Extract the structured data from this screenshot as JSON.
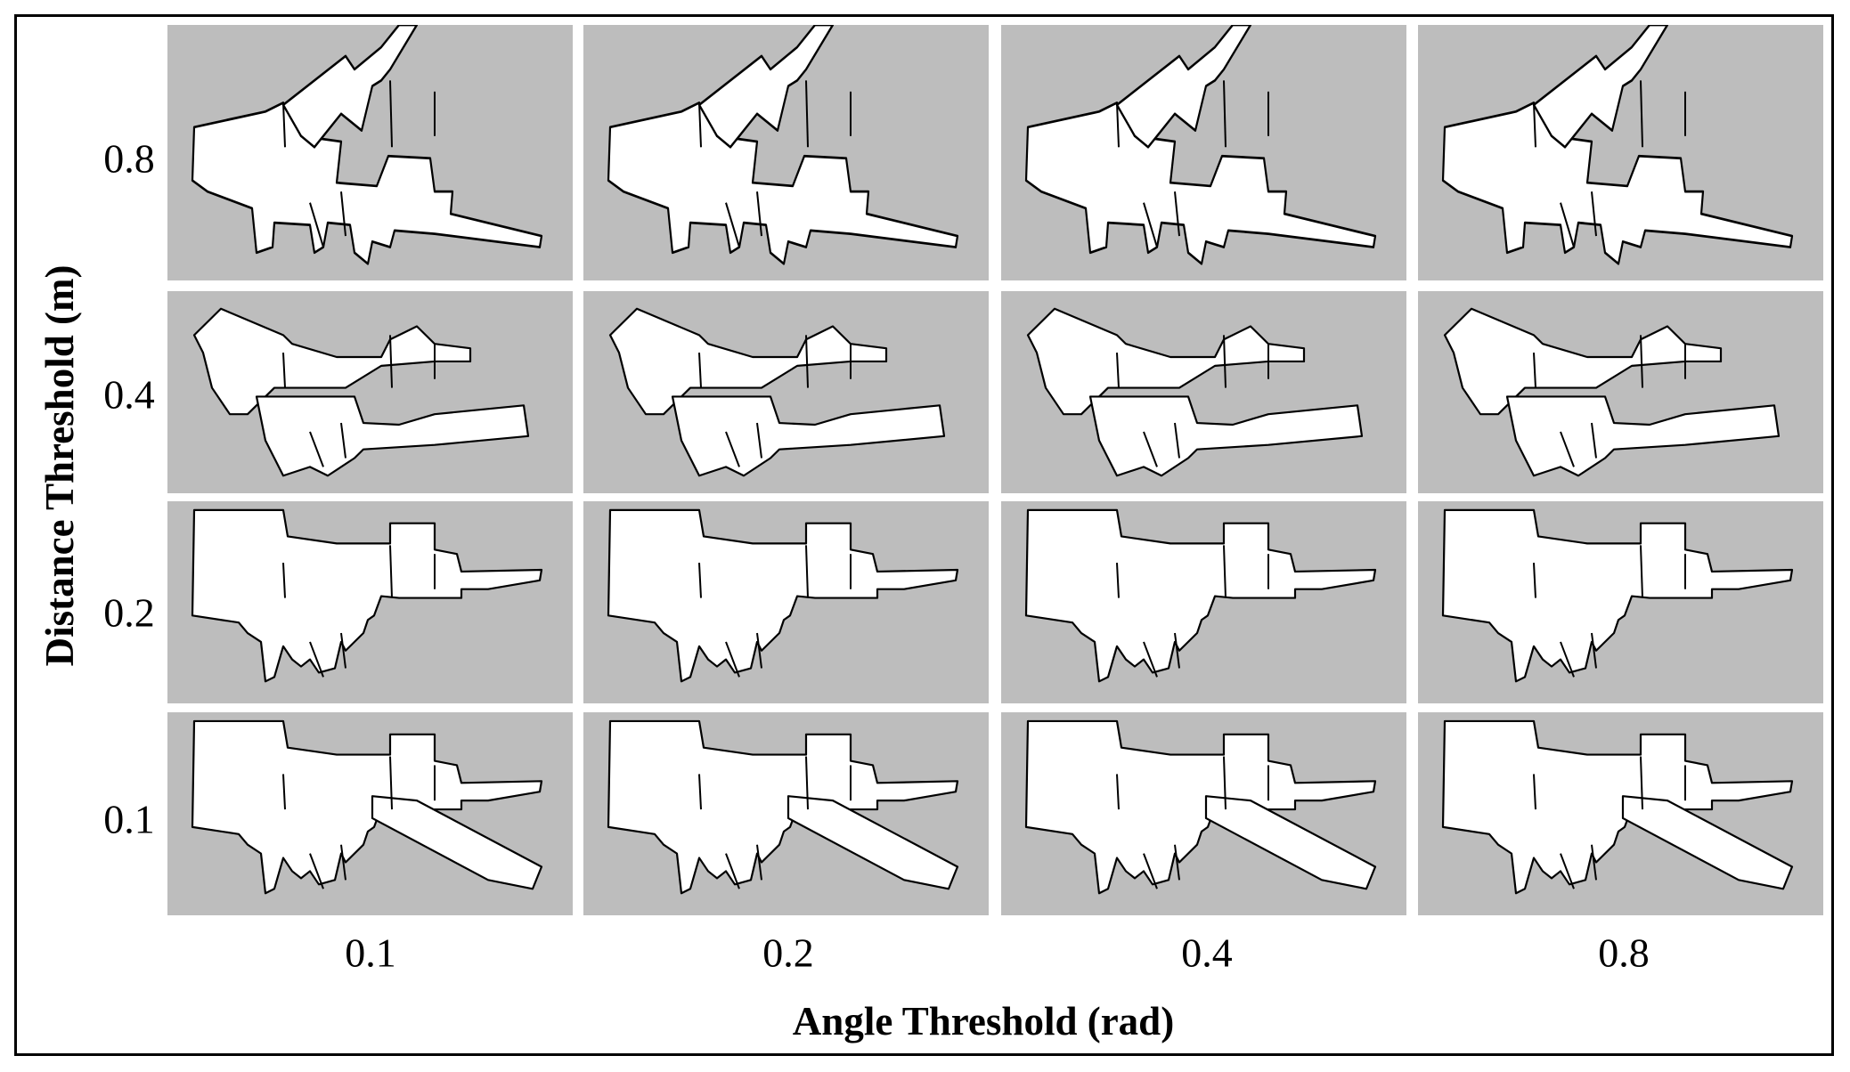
{
  "figure": {
    "y_axis_label": "Distance Threshold (m)",
    "x_axis_label": "Angle Threshold (rad)",
    "row_values": [
      "0.8",
      "0.4",
      "0.2",
      "0.1"
    ],
    "column_values": [
      "0.1",
      "0.2",
      "0.4",
      "0.8"
    ],
    "panel_content": "occupancy-grid-map",
    "colors": {
      "background": "#ffffff",
      "unknown_space": "#bdbdbd",
      "free_space": "#ffffff",
      "walls": "#000000"
    }
  }
}
